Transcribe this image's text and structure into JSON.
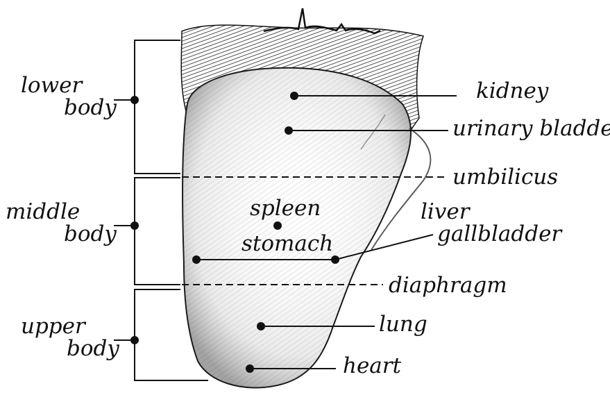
{
  "zones": {
    "lower": {
      "word1": "lower",
      "word2": "body"
    },
    "middle": {
      "word1": "middle",
      "word2": "body"
    },
    "upper": {
      "word1": "upper",
      "word2": "body"
    }
  },
  "organs": {
    "kidney": "kidney",
    "urinary_bladder": "urinary bladder",
    "spleen": "spleen",
    "stomach": "stomach",
    "liver": "liver",
    "gallbladder": "gallbladder",
    "lung": "lung",
    "heart": "heart"
  },
  "divisions": {
    "umbilicus": "umbilicus",
    "diaphragm": "diaphragm"
  },
  "colors": {
    "ink": "#111111",
    "tongue_shadow": "#5a5a5a",
    "root_dark": "#1a1a1a"
  }
}
